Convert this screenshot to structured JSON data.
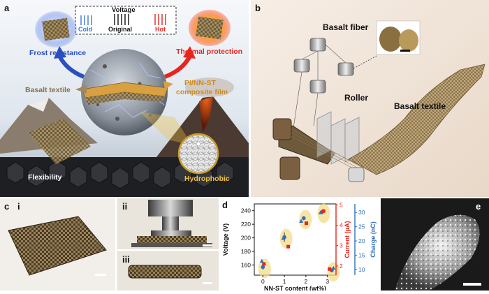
{
  "panel_a": {
    "letter": "a",
    "legend_title": "Voltage",
    "legend_cold": "Cold",
    "legend_original": "Original",
    "legend_hot": "Hot",
    "frost_label": "Frost resistance",
    "thermal_label": "Thermal protection",
    "basalt_label": "Basalt textile",
    "composite_label_1": "PI/NN-ST",
    "composite_label_2": "composite film",
    "flex_label": "Flexibility",
    "hydro_label": "Hydrophobic",
    "colors": {
      "cold": "#3a78d8",
      "hot": "#e8241c",
      "gold": "#e0a43a"
    }
  },
  "panel_b": {
    "letter": "b",
    "fiber_label": "Basalt fiber",
    "roller_label": "Roller",
    "textile_label": "Basalt textile"
  },
  "panel_c": {
    "letter": "c",
    "sub_i": "i",
    "sub_ii": "ii",
    "sub_iii": "iii"
  },
  "panel_e": {
    "letter": "e"
  },
  "panel_d": {
    "letter": "d",
    "chart_data": {
      "type": "scatter",
      "xlabel": "NN-ST content (wt%)",
      "x_ticks": [
        "0",
        "1",
        "2",
        "3"
      ],
      "xlim": [
        -0.4,
        3.4
      ],
      "axes": {
        "voltage": {
          "label": "Voltage (V)",
          "lim": [
            145,
            250
          ],
          "ticks": [
            "160",
            "180",
            "200",
            "220",
            "240"
          ],
          "color": "#111111"
        },
        "current": {
          "label": "Current (μA)",
          "lim": [
            1.55,
            5.05
          ],
          "ticks": [
            "2",
            "3",
            "4",
            "5"
          ],
          "color": "#e8241c"
        },
        "charge": {
          "label": "Charge (nC)",
          "lim": [
            8,
            33
          ],
          "ticks": [
            "10",
            "15",
            "20",
            "25",
            "30"
          ],
          "color": "#2f6fc0"
        }
      },
      "series": [
        {
          "axis": "voltage",
          "marker": "circle",
          "color": "#2f6fc0",
          "points": [
            [
              0,
              157,
              4
            ],
            [
              1,
              201,
              7
            ],
            [
              1.9,
              229,
              3
            ],
            [
              2.75,
              238,
              2
            ],
            [
              3.2,
              152,
              1
            ]
          ]
        },
        {
          "axis": "current",
          "marker": "square",
          "color": "#e8241c",
          "points": [
            [
              0.05,
              2.1
            ],
            [
              1.18,
              2.95
            ],
            [
              2.02,
              4.1
            ],
            [
              2.82,
              4.7
            ],
            [
              3.1,
              1.85
            ]
          ]
        },
        {
          "axis": "charge",
          "marker": "triangle",
          "color": "#2f6fc0",
          "points": [
            [
              -0.05,
              13
            ],
            [
              0.95,
              21
            ],
            [
              1.78,
              27
            ],
            [
              2.68,
              30
            ],
            [
              3.28,
              10.5
            ]
          ]
        }
      ]
    }
  }
}
